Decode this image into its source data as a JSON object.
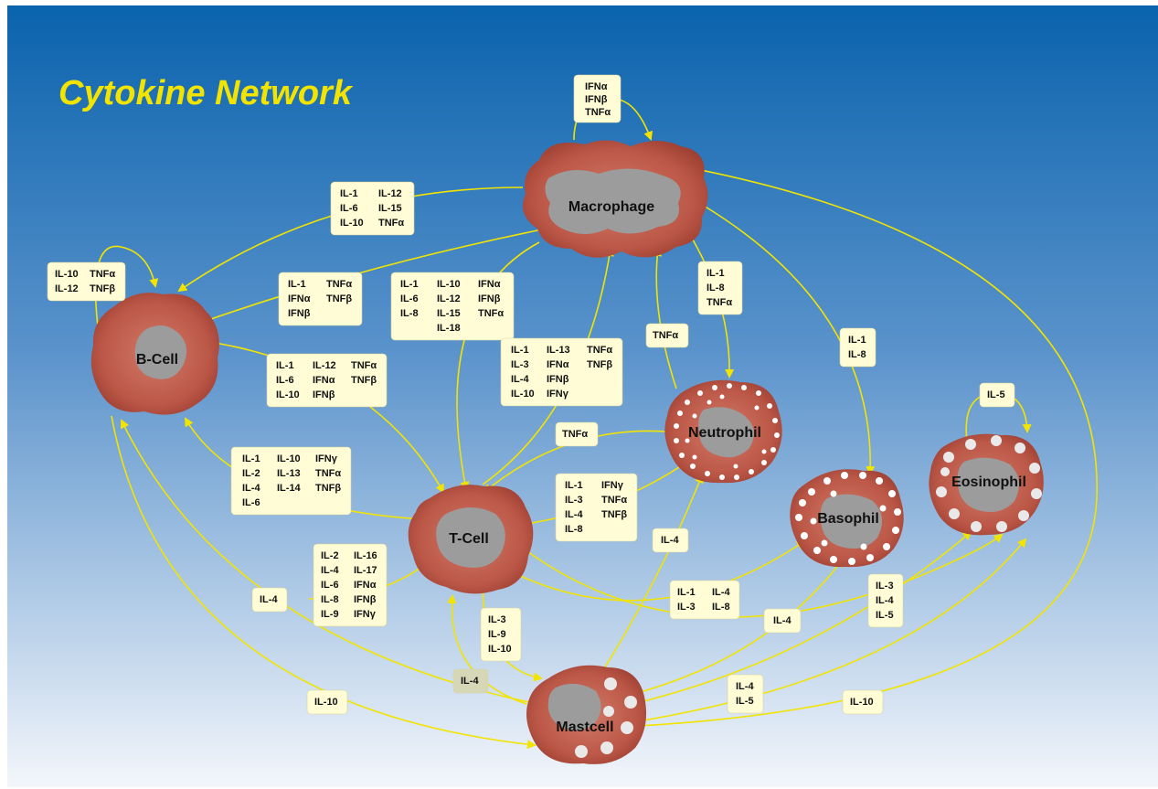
{
  "title": "Cytokine Network",
  "colors": {
    "background_top": "#0a66b0",
    "background_bottom": "#f2f5fa",
    "arrow": "#f2e400",
    "cell_body": "#c05d4c",
    "cell_nucleus": "#9c9c9c",
    "label_box": "#fffcd6"
  },
  "cells": [
    {
      "id": "macrophage",
      "name": "Macrophage"
    },
    {
      "id": "bcell",
      "name": "B-Cell"
    },
    {
      "id": "tcell",
      "name": "T-Cell"
    },
    {
      "id": "neutrophil",
      "name": "Neutrophil"
    },
    {
      "id": "basophil",
      "name": "Basophil"
    },
    {
      "id": "eosinophil",
      "name": "Eosinophil"
    },
    {
      "id": "mastcell",
      "name": "Mastcell"
    }
  ],
  "labels": [
    {
      "id": "ifn-top",
      "cols": [
        [
          "IFNα",
          "IFNβ",
          "TNFα"
        ]
      ]
    },
    {
      "id": "mac-to-b",
      "cols": [
        [
          "IL-1",
          "IL-6",
          "IL-10"
        ],
        [
          "IL-12",
          "IL-15",
          "TNFα"
        ]
      ]
    },
    {
      "id": "b-self",
      "cols": [
        [
          "IL-10",
          "IL-12"
        ],
        [
          "TNFα",
          "TNFβ"
        ]
      ]
    },
    {
      "id": "b-to-mac",
      "cols": [
        [
          "IL-1",
          "IFNα",
          "IFNβ"
        ],
        [
          "TNFα",
          "TNFβ"
        ]
      ]
    },
    {
      "id": "mac-to-t",
      "cols": [
        [
          "IL-1",
          "IL-6",
          "IL-8"
        ],
        [
          "IL-10",
          "IL-12",
          "IL-15",
          "IL-18"
        ],
        [
          "IFNα",
          "IFNβ",
          "TNFα"
        ]
      ]
    },
    {
      "id": "mac-to-neut",
      "cols": [
        [
          "IL-1",
          "IL-8",
          "TNFα"
        ]
      ]
    },
    {
      "id": "neut-to-mac",
      "cols": [
        [
          "TNFα"
        ]
      ]
    },
    {
      "id": "mac-to-baso",
      "cols": [
        [
          "IL-1",
          "IL-8"
        ]
      ]
    },
    {
      "id": "eos-self",
      "cols": [
        [
          "IL-5"
        ]
      ]
    },
    {
      "id": "b-to-t",
      "cols": [
        [
          "IL-1",
          "IL-6",
          "IL-10"
        ],
        [
          "IL-12",
          "IFNα",
          "IFNβ"
        ],
        [
          "TNFα",
          "TNFβ"
        ]
      ]
    },
    {
      "id": "t-to-mac",
      "cols": [
        [
          "IL-1",
          "IL-3",
          "IL-4",
          "IL-10"
        ],
        [
          "IL-13",
          "IFNα",
          "IFNβ",
          "IFNγ"
        ],
        [
          "TNFα",
          "TNFβ"
        ]
      ]
    },
    {
      "id": "neut-to-t",
      "cols": [
        [
          "TNFα"
        ]
      ]
    },
    {
      "id": "t-to-b",
      "cols": [
        [
          "IL-1",
          "IL-2",
          "IL-4",
          "IL-6"
        ],
        [
          "IL-10",
          "IL-13",
          "IL-14"
        ],
        [
          "IFNγ",
          "TNFα",
          "TNFβ"
        ]
      ]
    },
    {
      "id": "t-to-neut",
      "cols": [
        [
          "IL-1",
          "IL-3",
          "IL-4",
          "IL-8"
        ],
        [
          "IFNγ",
          "TNFα",
          "TNFβ"
        ]
      ]
    },
    {
      "id": "to-t-left",
      "cols": [
        [
          "IL-2",
          "IL-4",
          "IL-6",
          "IL-8",
          "IL-9"
        ],
        [
          "IL-16",
          "IL-17",
          "IFNα",
          "IFNβ",
          "IFNγ"
        ]
      ]
    },
    {
      "id": "mast-to-neut",
      "cols": [
        [
          "IL-4"
        ]
      ]
    },
    {
      "id": "mast-to-b",
      "cols": [
        [
          "IL-4"
        ]
      ]
    },
    {
      "id": "t-to-baso",
      "cols": [
        [
          "IL-1",
          "IL-3"
        ],
        [
          "IL-4",
          "IL-8"
        ]
      ]
    },
    {
      "id": "t-to-mast",
      "cols": [
        [
          "IL-3",
          "IL-9",
          "IL-10"
        ]
      ]
    },
    {
      "id": "mast-to-baso",
      "cols": [
        [
          "IL-4"
        ]
      ]
    },
    {
      "id": "mast-to-eos",
      "cols": [
        [
          "IL-3",
          "IL-4",
          "IL-5"
        ]
      ]
    },
    {
      "id": "mast-to-t",
      "cols": [
        [
          "IL-4"
        ]
      ]
    },
    {
      "id": "b-to-mast",
      "cols": [
        [
          "IL-10"
        ]
      ]
    },
    {
      "id": "mast-to-eos2",
      "cols": [
        [
          "IL-4",
          "IL-5"
        ]
      ]
    },
    {
      "id": "mac-to-mast",
      "cols": [
        [
          "IL-10"
        ]
      ]
    }
  ]
}
